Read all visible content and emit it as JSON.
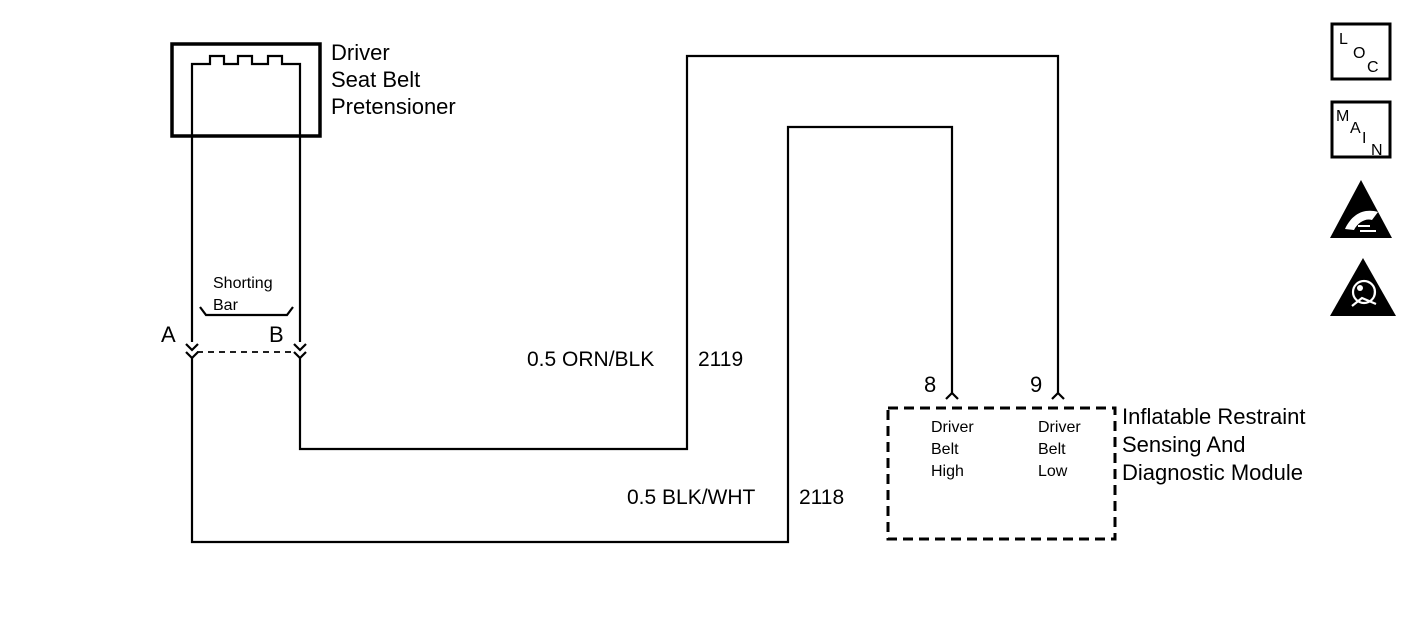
{
  "pretensioner": {
    "title_lines": [
      "Driver",
      "Seat Belt",
      "Pretensioner"
    ]
  },
  "shorting_bar": {
    "label_lines": [
      "Shorting",
      "Bar"
    ],
    "terminal_a": "A",
    "terminal_b": "B"
  },
  "wires": [
    {
      "spec": "0.5 ORN/BLK",
      "circuit": "2119"
    },
    {
      "spec": "0.5 BLK/WHT",
      "circuit": "2118"
    }
  ],
  "module": {
    "title_lines": [
      "Inflatable Restraint",
      "Sensing And",
      "Diagnostic Module"
    ],
    "pins": [
      {
        "number": "8",
        "label_lines": [
          "Driver",
          "Belt",
          "High"
        ]
      },
      {
        "number": "9",
        "label_lines": [
          "Driver",
          "Belt",
          "Low"
        ]
      }
    ]
  },
  "side_icons": [
    {
      "name": "loc-icon",
      "letters": [
        "L",
        "O",
        "C"
      ]
    },
    {
      "name": "main-icon",
      "letters": [
        "M",
        "A",
        "I",
        "N"
      ]
    },
    {
      "name": "esd-warning-icon"
    },
    {
      "name": "airbag-warning-icon"
    }
  ]
}
